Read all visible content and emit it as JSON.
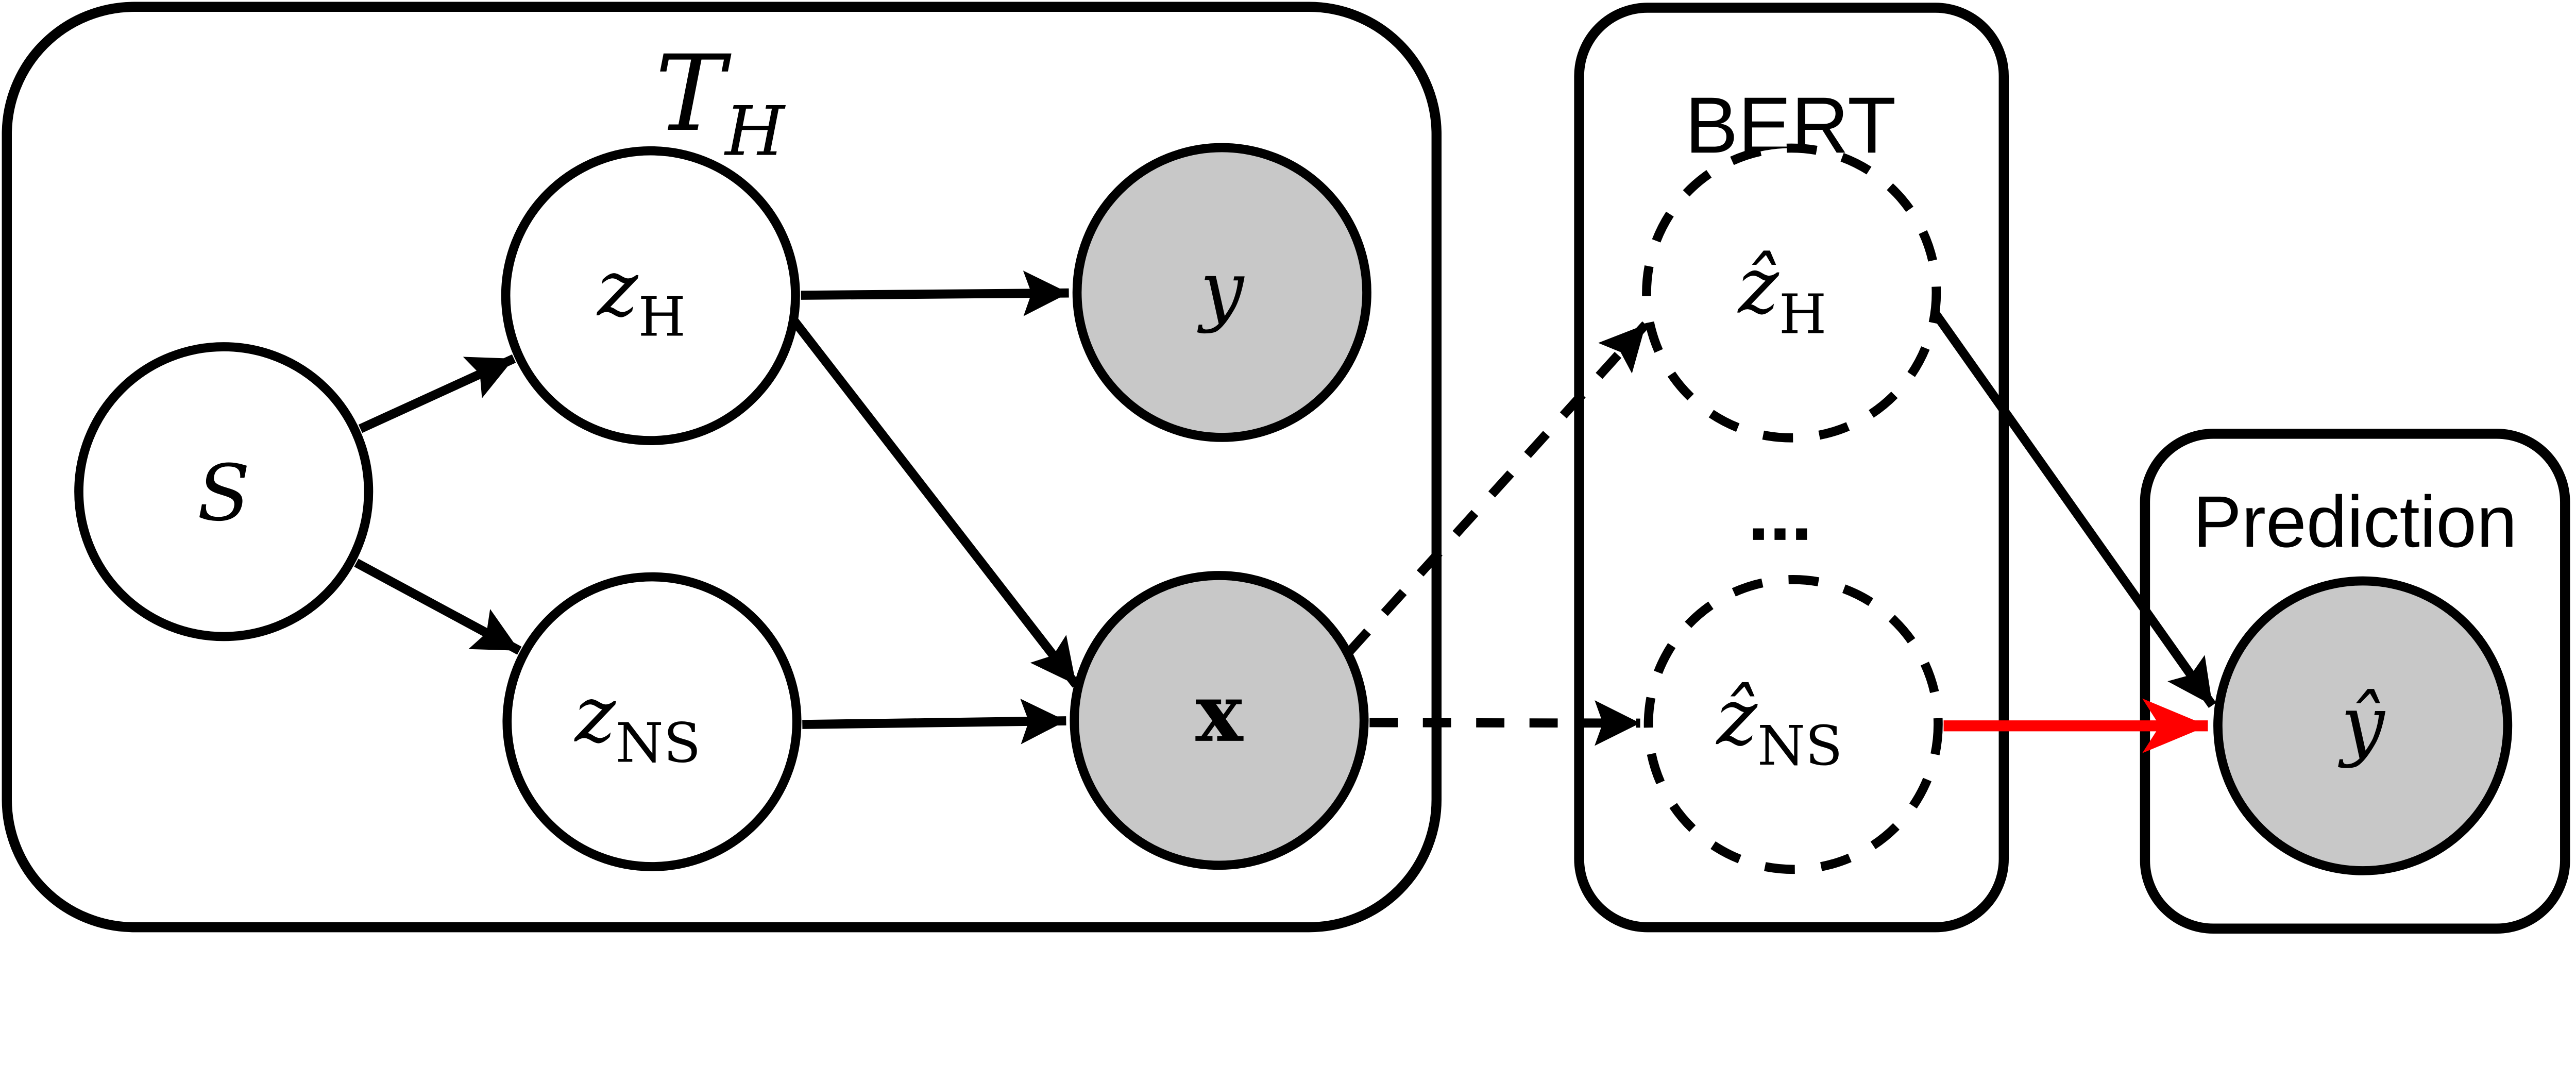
{
  "diagram": {
    "boxes": {
      "th": {
        "label_main": "T",
        "label_sub": "H"
      },
      "bert": {
        "label": "BERT"
      },
      "prediction": {
        "label": "Prediction"
      }
    },
    "nodes": {
      "s": {
        "label": "S"
      },
      "z_h": {
        "main": "z",
        "sub": "H"
      },
      "z_ns": {
        "main": "z",
        "sub": "NS"
      },
      "y": {
        "label": "y"
      },
      "x": {
        "label": "x"
      },
      "zhat_h": {
        "main": "ẑ",
        "sub": "H"
      },
      "zhat_ns": {
        "main": "ẑ",
        "sub": "NS"
      },
      "yhat": {
        "label": "ŷ"
      }
    },
    "ellipsis": "...",
    "colors": {
      "observed_fill": "#c8c8c8",
      "node_stroke": "#000000",
      "highlight_arrow": "#ff0000"
    }
  }
}
